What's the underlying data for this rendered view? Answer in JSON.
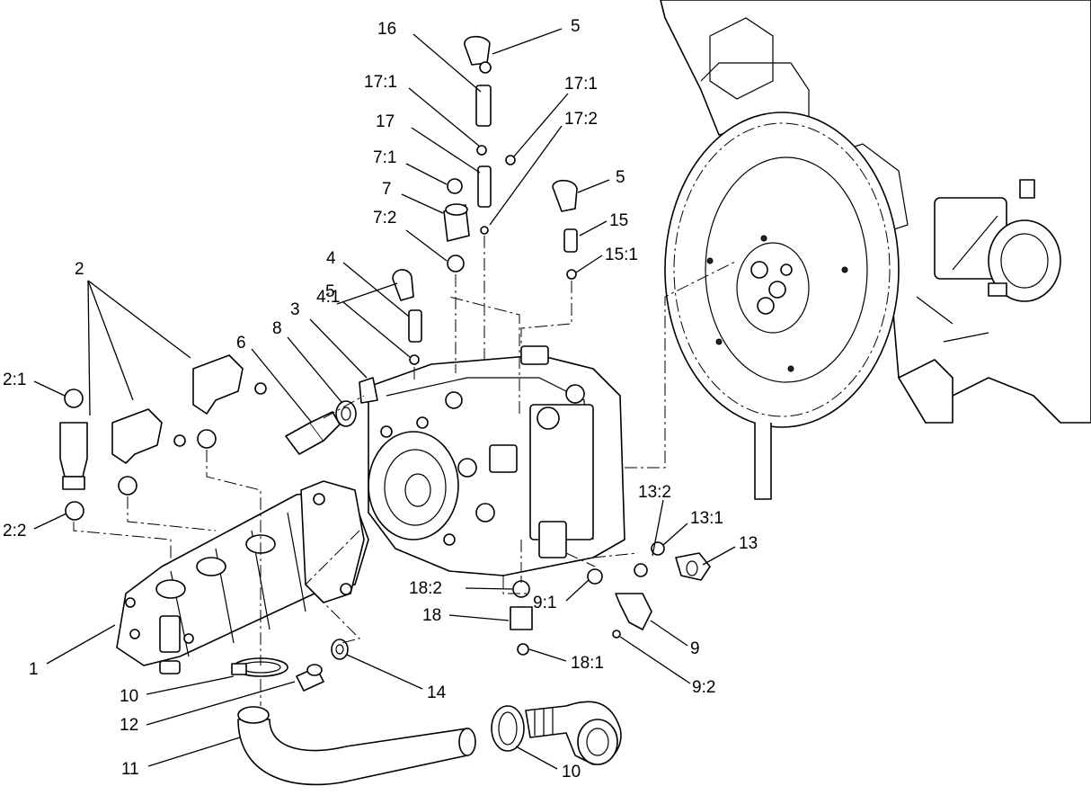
{
  "callouts": [
    {
      "text": "16"
    },
    {
      "text": "5"
    },
    {
      "text": "17:1"
    },
    {
      "text": "17:1"
    },
    {
      "text": "17"
    },
    {
      "text": "17:2"
    },
    {
      "text": "7:1"
    },
    {
      "text": "7"
    },
    {
      "text": "7:2"
    },
    {
      "text": "5"
    },
    {
      "text": "15"
    },
    {
      "text": "15:1"
    },
    {
      "text": "5"
    },
    {
      "text": "4"
    },
    {
      "text": "4:1"
    },
    {
      "text": "3"
    },
    {
      "text": "8"
    },
    {
      "text": "6"
    },
    {
      "text": "2"
    },
    {
      "text": "2:1"
    },
    {
      "text": "2:2"
    },
    {
      "text": "13:2"
    },
    {
      "text": "13:1"
    },
    {
      "text": "13"
    },
    {
      "text": "18:2"
    },
    {
      "text": "9:1"
    },
    {
      "text": "18"
    },
    {
      "text": "9"
    },
    {
      "text": "18:1"
    },
    {
      "text": "9:2"
    },
    {
      "text": "1"
    },
    {
      "text": "10"
    },
    {
      "text": "14"
    },
    {
      "text": "12"
    },
    {
      "text": "11"
    },
    {
      "text": "10"
    }
  ]
}
